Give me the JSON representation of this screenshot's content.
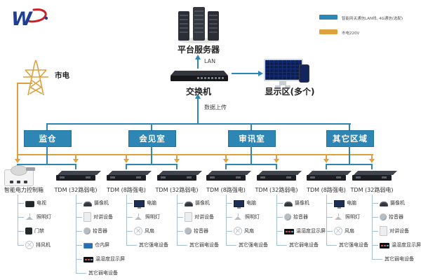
{
  "colors": {
    "line_blue": "#2e86b5",
    "line_orange": "#dfa13e",
    "room_box": "#2e86b5"
  },
  "legend": {
    "items": [
      {
        "icon": "blue-line-swatch",
        "label": "智能网关通信LAN线, 4G通信(选配)",
        "color": "#2e86b5"
      },
      {
        "icon": "orange-line-swatch",
        "label": "市电220V",
        "color": "#dfa13e"
      }
    ]
  },
  "nodes": {
    "server_label": "平台服务器",
    "lan_label": "LAN",
    "switch_label": "交换机",
    "display_label": "显示区(多个)",
    "upload_label": "数据上传",
    "mains_label": "市电"
  },
  "rooms": [
    {
      "label": "监仓"
    },
    {
      "label": "会见室"
    },
    {
      "label": "审讯室"
    },
    {
      "label": "其它区域"
    }
  ],
  "devices": [
    {
      "icon": "smart-power-box-icon",
      "label": "智能电力控制箱"
    },
    {
      "icon": "tdm-rack-icon",
      "label": "TDM (32路弱电)"
    },
    {
      "icon": "tdm-rack-icon",
      "label": "TDM (8路强电)"
    },
    {
      "icon": "tdm-rack-icon",
      "label": "TDM (32路弱电)"
    },
    {
      "icon": "tdm-rack-icon",
      "label": "TDM (8路强电)"
    },
    {
      "icon": "tdm-rack-icon",
      "label": "TDM (32路弱电)"
    },
    {
      "icon": "tdm-rack-icon",
      "label": "TDM (8路强电)"
    },
    {
      "icon": "tdm-rack-icon",
      "label": "TDM (32路弱电)"
    }
  ],
  "columns": [
    {
      "items": [
        {
          "icon": "tv-icon",
          "label": "电视"
        },
        {
          "icon": "lamp-icon",
          "label": "照明灯"
        },
        {
          "icon": "door-icon",
          "label": "门禁"
        },
        {
          "icon": "fan-icon",
          "label": "排风机"
        }
      ]
    },
    {
      "items": [
        {
          "icon": "camera-icon",
          "label": "摄像机"
        },
        {
          "icon": "intercom-icon",
          "label": "对讲设备"
        },
        {
          "icon": "mic-icon",
          "label": "拾音器"
        },
        {
          "icon": "cell-screen-icon",
          "label": "仓内屏"
        },
        {
          "icon": "humiture-display-icon",
          "label": "温湿度显示屏"
        },
        {
          "icon": "none",
          "label": "其它弱电设备"
        }
      ]
    },
    {
      "items": [
        {
          "icon": "computer-icon",
          "label": "电脑"
        },
        {
          "icon": "lamp-icon",
          "label": "照明灯"
        },
        {
          "icon": "fan-icon",
          "label": "风扇"
        },
        {
          "icon": "none",
          "label": "其它强电设备"
        }
      ]
    },
    {
      "items": [
        {
          "icon": "camera-icon",
          "label": "摄像机"
        },
        {
          "icon": "intercom-icon",
          "label": "对讲设备"
        },
        {
          "icon": "mic-icon",
          "label": "拾音器"
        },
        {
          "icon": "none",
          "label": "其它弱电设备"
        }
      ]
    },
    {
      "items": [
        {
          "icon": "computer-icon",
          "label": "电脑"
        },
        {
          "icon": "lamp-icon",
          "label": "照明灯"
        },
        {
          "icon": "fan-icon",
          "label": "风扇"
        },
        {
          "icon": "none",
          "label": "其它强电设备"
        }
      ]
    },
    {
      "items": [
        {
          "icon": "camera-icon",
          "label": "摄像机"
        },
        {
          "icon": "mic-icon",
          "label": "拾音器"
        },
        {
          "icon": "humiture-display-icon",
          "label": "温湿度显示屏"
        },
        {
          "icon": "none",
          "label": "其它弱电设备"
        }
      ]
    },
    {
      "items": [
        {
          "icon": "computer-icon",
          "label": "电脑"
        },
        {
          "icon": "lamp-icon",
          "label": "照明灯"
        },
        {
          "icon": "fan-icon",
          "label": "风扇"
        },
        {
          "icon": "none",
          "label": "其它强电设备"
        }
      ]
    },
    {
      "items": [
        {
          "icon": "camera-icon",
          "label": "摄像机"
        },
        {
          "icon": "mic-icon",
          "label": "拾音器"
        },
        {
          "icon": "intercom-icon",
          "label": "对讲设备"
        },
        {
          "icon": "humiture-display-icon",
          "label": "温湿度显示屏"
        },
        {
          "icon": "none",
          "label": "其它弱电设备"
        }
      ]
    }
  ]
}
